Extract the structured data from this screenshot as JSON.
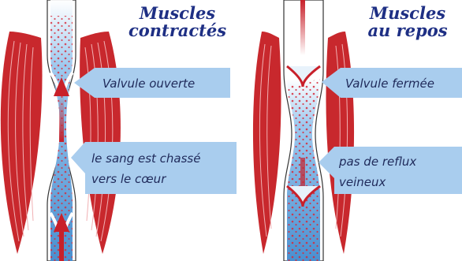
{
  "panels": {
    "left": {
      "title_line1": "Muscles",
      "title_line2": "contractés",
      "label_top": "Valvule ouverte",
      "label_bottom_line1": "le sang est chassé",
      "label_bottom_line2": "vers le cœur"
    },
    "right": {
      "title_line1": "Muscles",
      "title_line2": "au repos",
      "label_top": "Valvule fermée",
      "label_bottom_line1": "pas de reflux",
      "label_bottom_line2": "veineux"
    }
  },
  "colors": {
    "title": "#1e2f84",
    "muscle": "#c8282d",
    "muscle_light": "#e06066",
    "vessel_fill": "#4a90d0",
    "vessel_light": "#b9d9f1",
    "blood_dots": "#d62a3a",
    "label_bg": "#a9cdee",
    "arrow": "#c8202a"
  },
  "icons": {
    "flow_arrow": "up-arrow-icon"
  }
}
